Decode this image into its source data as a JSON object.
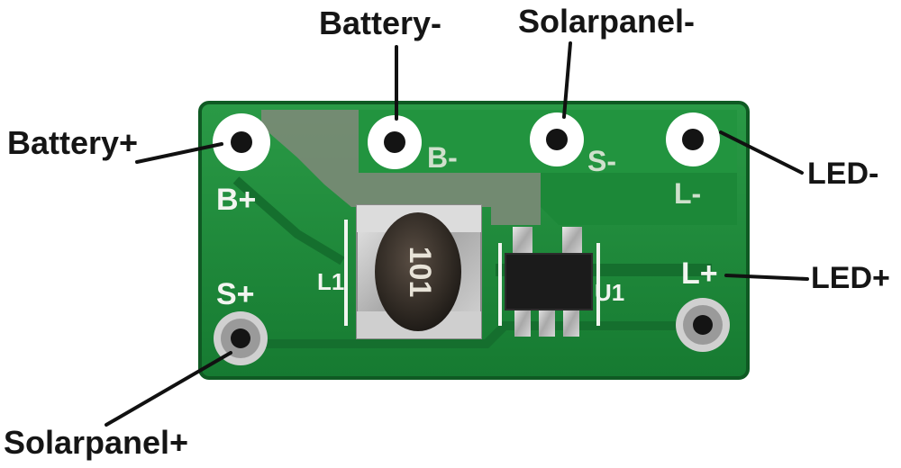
{
  "callouts": {
    "battery_negative": "Battery-",
    "solarpanel_negative": "Solarpanel-",
    "battery_positive": "Battery+",
    "led_negative": "LED-",
    "led_positive": "LED+",
    "solarpanel_positive": "Solarpanel+"
  },
  "silkscreen": {
    "b_plus": "B+",
    "s_plus": "S+",
    "b_minus": "B-",
    "s_minus": "S-",
    "l_minus": "L-",
    "l_plus": "L+",
    "l1": "L1",
    "u1": "U1",
    "inductor_marking": "101"
  },
  "colors": {
    "board": "#1f8a3a",
    "board_dark": "#146b2b",
    "copper_pour": "#6f7f6c",
    "silkscreen": "#f2f5f0",
    "pad": "#ffffff",
    "leader": "#111111"
  }
}
